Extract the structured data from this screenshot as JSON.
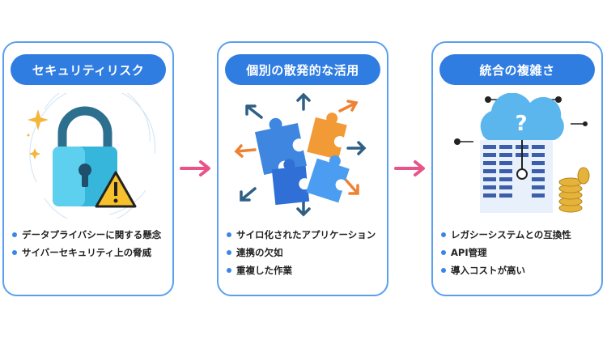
{
  "colors": {
    "card_border": "#5aa0ee",
    "pill_bg": "#2f7de1",
    "bullet": "#3a86e8",
    "connector_arrow": "#e8548a"
  },
  "cards": [
    {
      "title": "セキュリティリスク",
      "icon": "padlock-warning-icon",
      "bullets": [
        "データプライバシーに関する懸念",
        "サイバーセキュリティ上の脅威"
      ]
    },
    {
      "title": "個別の散発的な活用",
      "icon": "scattered-puzzle-pieces-icon",
      "bullets": [
        "サイロ化されたアプリケーション",
        "連携の欠如",
        "重複した作業"
      ]
    },
    {
      "title": "統合の複雑さ",
      "icon": "cloud-server-question-icon",
      "bullets": [
        "レガシーシステムとの互換性",
        "API管理",
        "導入コストが高い"
      ]
    }
  ]
}
